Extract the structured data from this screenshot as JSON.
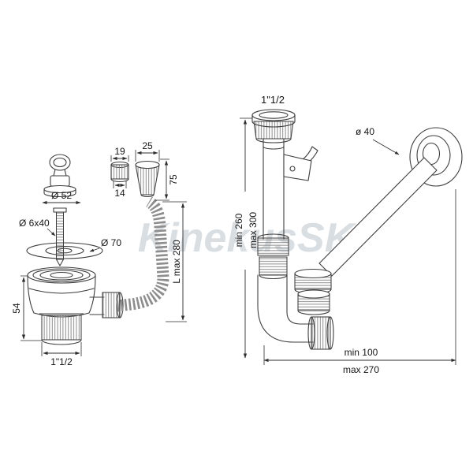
{
  "watermark": "KinekusSK",
  "left": {
    "dim_nut_outer": "19",
    "dim_cone": "25",
    "dim_nut_inner": "14",
    "dim_cone_h": "75",
    "dim_cap": "Ø 52",
    "dim_screw": "Ø 6x40",
    "dim_flange": "Ø 70",
    "dim_height": "54",
    "dim_thread": "1\"1/2",
    "dim_hose": "L max 280"
  },
  "right": {
    "dim_thread": "1\"1/2",
    "dim_pipe": "ø 40",
    "dim_height_min": "min 260",
    "dim_height_max": "max 300",
    "dim_len_min": "min 100",
    "dim_len_max": "max 270"
  }
}
